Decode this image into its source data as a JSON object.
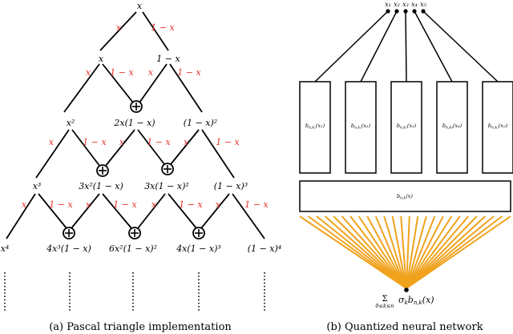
{
  "pascal": {
    "nodes": [
      {
        "id": "n00",
        "label": "x"
      },
      {
        "id": "n10",
        "label": "x"
      },
      {
        "id": "n11",
        "label": "1 − x"
      },
      {
        "id": "n20",
        "label": "x²"
      },
      {
        "id": "n21",
        "label": "2x(1 − x)"
      },
      {
        "id": "n22",
        "label": "(1 − x)²"
      },
      {
        "id": "n30",
        "label": "x³"
      },
      {
        "id": "n31",
        "label": "3x²(1 − x)"
      },
      {
        "id": "n32",
        "label": "3x(1 − x)²"
      },
      {
        "id": "n33",
        "label": "(1 − x)³"
      },
      {
        "id": "n40",
        "label": "x⁴"
      },
      {
        "id": "n41",
        "label": "4x³(1 − x)"
      },
      {
        "id": "n42",
        "label": "6x²(1 − x)²"
      },
      {
        "id": "n43",
        "label": "4x(1 − x)³"
      },
      {
        "id": "n44",
        "label": "(1 − x)⁴"
      }
    ],
    "edge_left_label": "x",
    "edge_right_label": "1 − x",
    "plus_symbol": "+",
    "caption": "(a) Pascal triangle implementation"
  },
  "network": {
    "inputs": [
      "x₁",
      "x₂",
      "x₃",
      "x₄",
      "x₅"
    ],
    "boxes": [
      "b_{n,k₁}(x₁)",
      "b_{n,k₂}(x₂)",
      "b_{n,k₃}(x₃)",
      "b_{n,k₄}(x₄)",
      "b_{n,k₅}(x₅)"
    ],
    "box_labels": [
      {
        "base": "b",
        "sub": "n,k₁",
        "arg": "(x₁)"
      },
      {
        "base": "b",
        "sub": "n,k₂",
        "arg": "(x₂)"
      },
      {
        "base": "b",
        "sub": "n,k₃",
        "arg": "(x₃)"
      },
      {
        "base": "b",
        "sub": "n,k₄",
        "arg": "(x₄)"
      },
      {
        "base": "b",
        "sub": "n,k₅",
        "arg": "(x₅)"
      }
    ],
    "combined_box": {
      "base": "b",
      "sub": "n,k",
      "arg": "(x)"
    },
    "output_sum_symbol": "Σ",
    "output_sum_range": "0≤k≤n",
    "output_term": "σ_k b_{n,k}(x)",
    "output_term_parts": {
      "sigma": "σ",
      "sigma_sub": "k",
      "b": "b",
      "b_sub": "n,k",
      "arg": "(x)"
    },
    "colors": {
      "fan_lines": "#f0a21d"
    },
    "caption": "(b) Quantized neural network"
  },
  "colors": {
    "edge_label": "#e8302a",
    "line": "#000000"
  }
}
